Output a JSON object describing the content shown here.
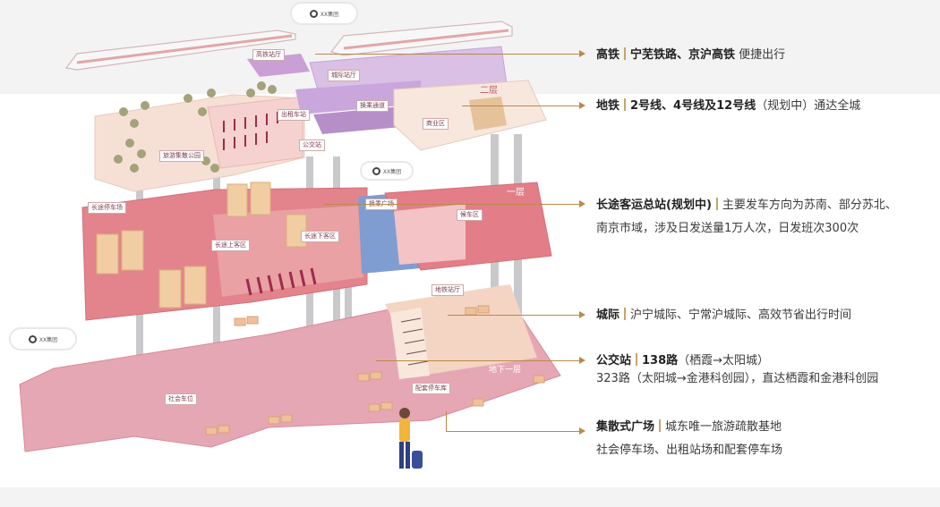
{
  "logo": {
    "text": "XX集团"
  },
  "callouts": [
    {
      "id": "rail",
      "title": "高铁",
      "detail": "宁芜铁路、京沪高铁",
      "rest": " 便捷出行",
      "line2": ""
    },
    {
      "id": "metro",
      "title": "地铁",
      "detail": "2号线、4号线及12号线",
      "rest": "（规划中）通达全城",
      "line2": ""
    },
    {
      "id": "coach",
      "title": "长途客运总站(规划中)",
      "detail": "",
      "rest": "主要发车方向为苏南、部分苏北、",
      "line2": "南京市域，涉及日发送量1万人次，日发班次300次"
    },
    {
      "id": "intercity",
      "title": "城际",
      "detail": "",
      "rest": "沪宁城际、宁常沪城际、高效节省出行时间",
      "line2": ""
    },
    {
      "id": "bus",
      "title": "公交站",
      "detail": "138路",
      "rest": "（栖霞→太阳城）",
      "line2": "323路（太阳城→金港科创园），直达栖霞和金港科创园"
    },
    {
      "id": "plaza",
      "title": "集散式广场",
      "detail": "",
      "rest": "城东唯一旅游疏散基地",
      "line2": "社会停车场、出租站场和配套停车场"
    }
  ],
  "floor_labels": {
    "f2": "二层",
    "f1": "一层",
    "b1": "地下一层"
  },
  "map_tags": [
    "高铁站厅",
    "城际站厅",
    "换乘通道",
    "商业区",
    "旅游集散公园",
    "出租车站",
    "公交站",
    "长途停车场",
    "长途上客区",
    "长途下客区",
    "换乘广场",
    "候车区",
    "地铁站厅",
    "社会车位",
    "配套停车库"
  ],
  "colors": {
    "accent": "#b98a4b",
    "floor_top": "#f6e0d6",
    "floor_mid": "#e3848c",
    "floor_low": "#e6a7b4",
    "rail_purple": "#b68fc9"
  }
}
